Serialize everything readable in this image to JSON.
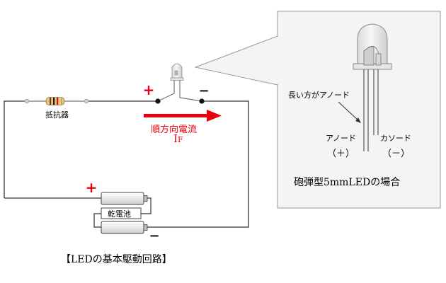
{
  "colors": {
    "wire": "#333333",
    "accent_red": "#e8000d",
    "panel_border": "#9a9a9a",
    "panel_fill": "#f4f4f4",
    "resistor_body": "#e8c98a"
  },
  "circuit": {
    "resistor_label": "抵抗器",
    "battery_label": "乾電池",
    "plus_sign": "+",
    "minus_sign": "−",
    "current_direction_label": "順方向電流",
    "current_symbol_main": "I",
    "current_symbol_sub": "F"
  },
  "detail_panel": {
    "long_leg_label": "長い方がアノード",
    "anode_label": "アノード",
    "anode_sign": "（＋）",
    "cathode_label": "カソード",
    "cathode_sign": "（－）",
    "caption": "砲弾型5mmLEDの場合"
  },
  "title": "【LEDの基本駆動回路】"
}
